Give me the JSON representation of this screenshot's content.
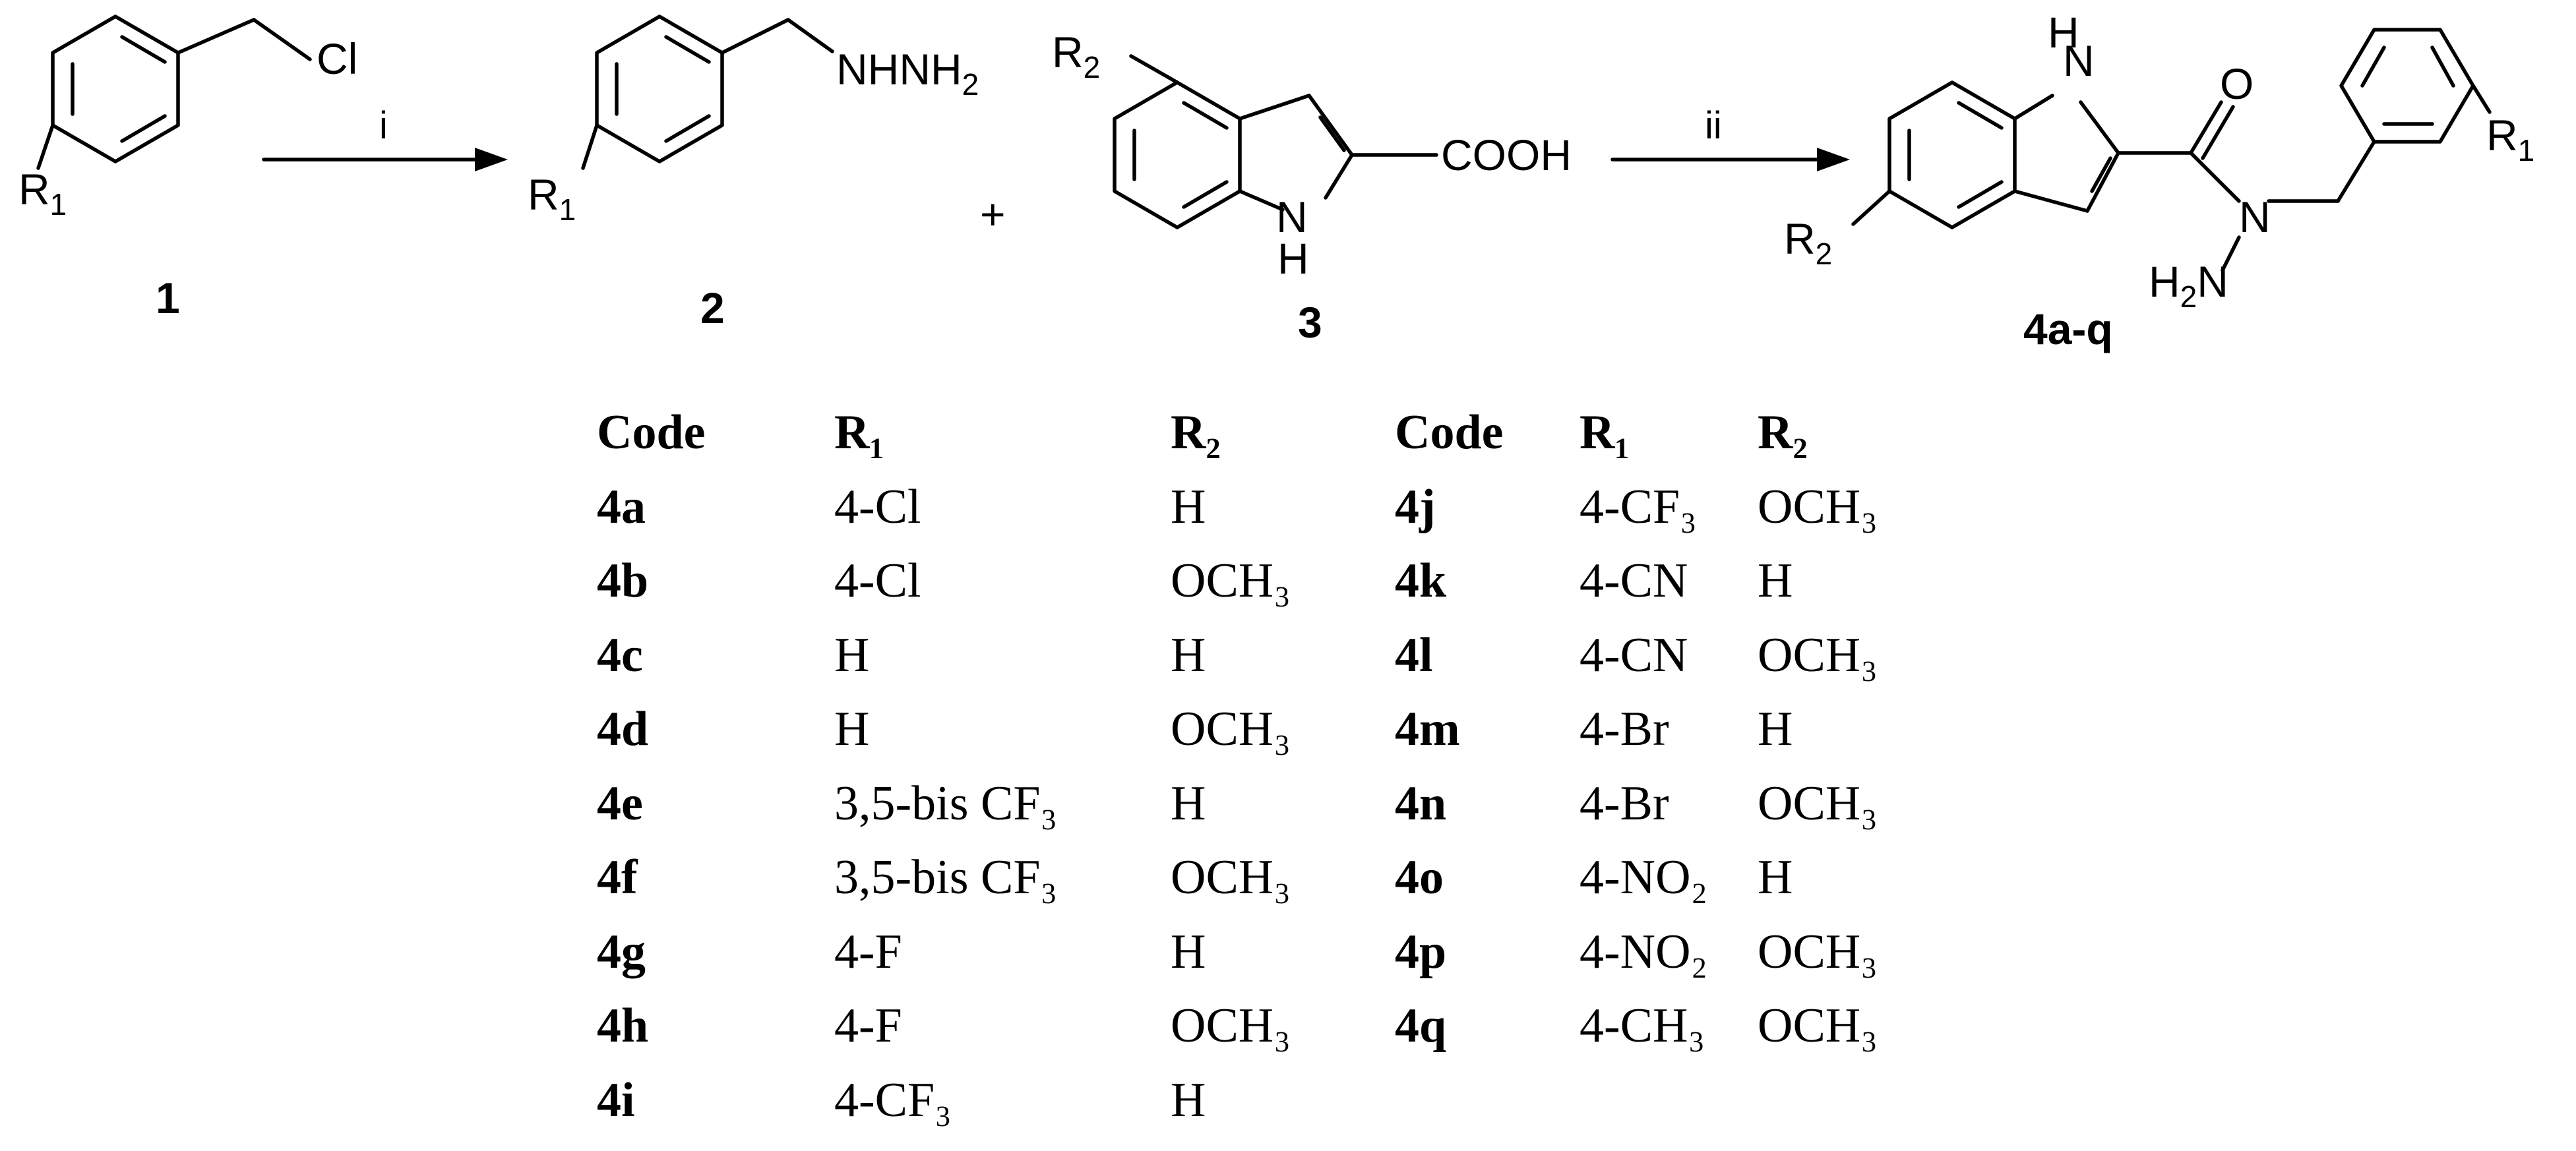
{
  "scheme": {
    "compounds": {
      "c1": "1",
      "c2": "2",
      "c3": "3",
      "c4": "4a-q"
    },
    "plus": "+",
    "reagents": {
      "i": "i",
      "ii": "ii"
    },
    "atoms": {
      "Cl": "Cl",
      "R": "R",
      "sub1": "1",
      "sub2": "2",
      "NHNH": "NHNH",
      "COOH": "COOH",
      "NH_N": "N",
      "NH_H": "H",
      "O": "O",
      "N": "N",
      "H": "H"
    }
  },
  "table": {
    "headers": [
      "Code",
      "R₁",
      "R₂",
      "Code",
      "R₁",
      "R₂"
    ],
    "left_rows": [
      [
        "4a",
        "4-Cl",
        "H"
      ],
      [
        "4b",
        "4-Cl",
        "OCH₃"
      ],
      [
        "4c",
        "H",
        "H"
      ],
      [
        "4d",
        "H",
        "OCH₃"
      ],
      [
        "4e",
        "3,5-bis CF₃",
        "H"
      ],
      [
        "4f",
        "3,5-bis CF₃",
        "OCH₃"
      ],
      [
        "4g",
        "4-F",
        "H"
      ],
      [
        "4h",
        "4-F",
        "OCH₃"
      ],
      [
        "4i",
        "4-CF₃",
        "H"
      ]
    ],
    "right_rows": [
      [
        "4j",
        "4-CF₃",
        "OCH₃"
      ],
      [
        "4k",
        "4-CN",
        "H"
      ],
      [
        "4l",
        "4-CN",
        "OCH₃"
      ],
      [
        "4m",
        "4-Br",
        "H"
      ],
      [
        "4n",
        "4-Br",
        "OCH₃"
      ],
      [
        "4o",
        "4-NO₂",
        "H"
      ],
      [
        "4p",
        "4-NO₂",
        "OCH₃"
      ],
      [
        "4q",
        "4-CH₃",
        "OCH₃"
      ]
    ]
  }
}
